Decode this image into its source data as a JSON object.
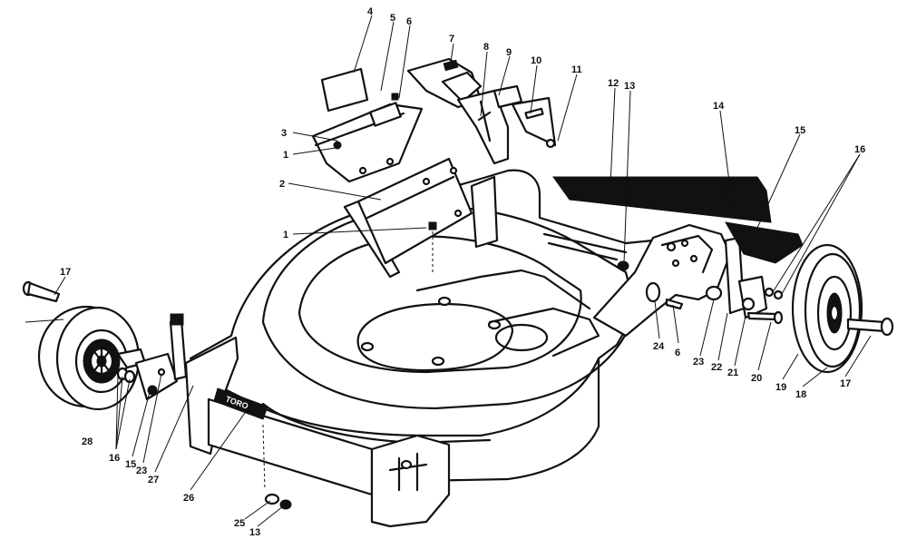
{
  "callouts": [
    {
      "id": "c4",
      "text": "4"
    },
    {
      "id": "c5",
      "text": "5"
    },
    {
      "id": "c6a",
      "text": "6"
    },
    {
      "id": "c7",
      "text": "7"
    },
    {
      "id": "c8",
      "text": "8"
    },
    {
      "id": "c9",
      "text": "9"
    },
    {
      "id": "c10",
      "text": "10"
    },
    {
      "id": "c11",
      "text": "11"
    },
    {
      "id": "c12",
      "text": "12"
    },
    {
      "id": "c13a",
      "text": "13"
    },
    {
      "id": "c14",
      "text": "14"
    },
    {
      "id": "c15a",
      "text": "15"
    },
    {
      "id": "c16a",
      "text": "16"
    },
    {
      "id": "c3",
      "text": "3"
    },
    {
      "id": "c1a",
      "text": "1"
    },
    {
      "id": "c2",
      "text": "2"
    },
    {
      "id": "c1b",
      "text": "1"
    },
    {
      "id": "c17a",
      "text": "17"
    },
    {
      "id": "c28",
      "text": "28"
    },
    {
      "id": "c16b",
      "text": "16"
    },
    {
      "id": "c15b",
      "text": "15"
    },
    {
      "id": "c23a",
      "text": "23"
    },
    {
      "id": "c27",
      "text": "27"
    },
    {
      "id": "c26",
      "text": "26"
    },
    {
      "id": "c25",
      "text": "25"
    },
    {
      "id": "c13b",
      "text": "13"
    },
    {
      "id": "c24",
      "text": "24"
    },
    {
      "id": "c6b",
      "text": "6"
    },
    {
      "id": "c23b",
      "text": "23"
    },
    {
      "id": "c22",
      "text": "22"
    },
    {
      "id": "c21",
      "text": "21"
    },
    {
      "id": "c20",
      "text": "20"
    },
    {
      "id": "c19",
      "text": "19"
    },
    {
      "id": "c18",
      "text": "18"
    },
    {
      "id": "c17b",
      "text": "17"
    }
  ],
  "decal_text": "TORO"
}
